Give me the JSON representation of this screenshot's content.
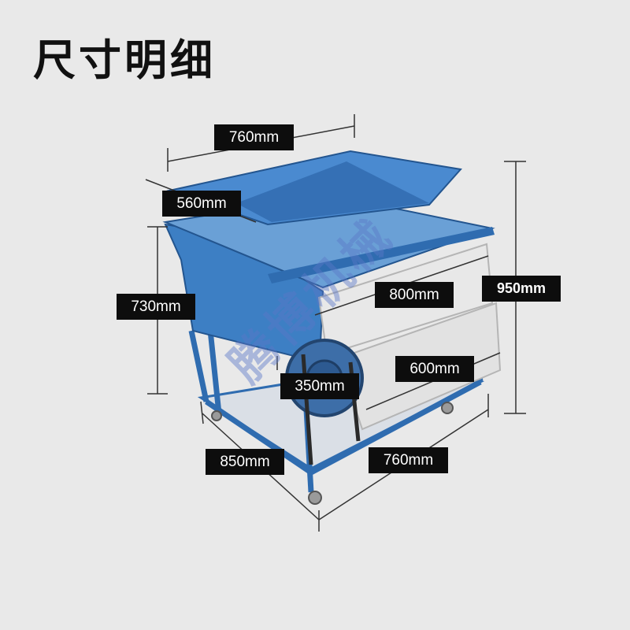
{
  "title": "尺寸明细",
  "watermark": "腾博机械",
  "colors": {
    "machine_blue": "#3d7fc4",
    "machine_blue_dark": "#23558f",
    "label_bg": "#0d0d0d",
    "label_text": "#ffffff",
    "background": "#e9e9e9",
    "drum": "#e4e4e4"
  },
  "dimensions": {
    "top_width": "760mm",
    "hopper_depth": "560mm",
    "total_height": "950mm",
    "body_height": "730mm",
    "drum_length": "800mm",
    "drum_width": "600mm",
    "drum_diameter": "350mm",
    "base_depth": "850mm",
    "base_width": "760mm"
  }
}
